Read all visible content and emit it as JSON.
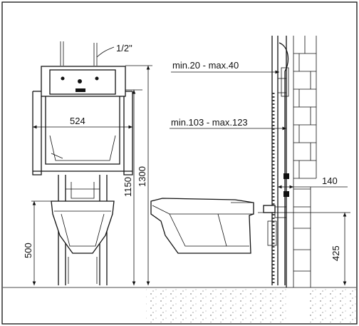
{
  "dimensions": {
    "pipe_size": "1/2\"",
    "min_max_top": "min.20 - max.40",
    "min_max_mid": "min.103 - max.123",
    "frame_width": "524",
    "height_1150": "1150",
    "height_1300": "1300",
    "bowl_height": "500",
    "wall_140": "140",
    "outlet_height": "425"
  }
}
